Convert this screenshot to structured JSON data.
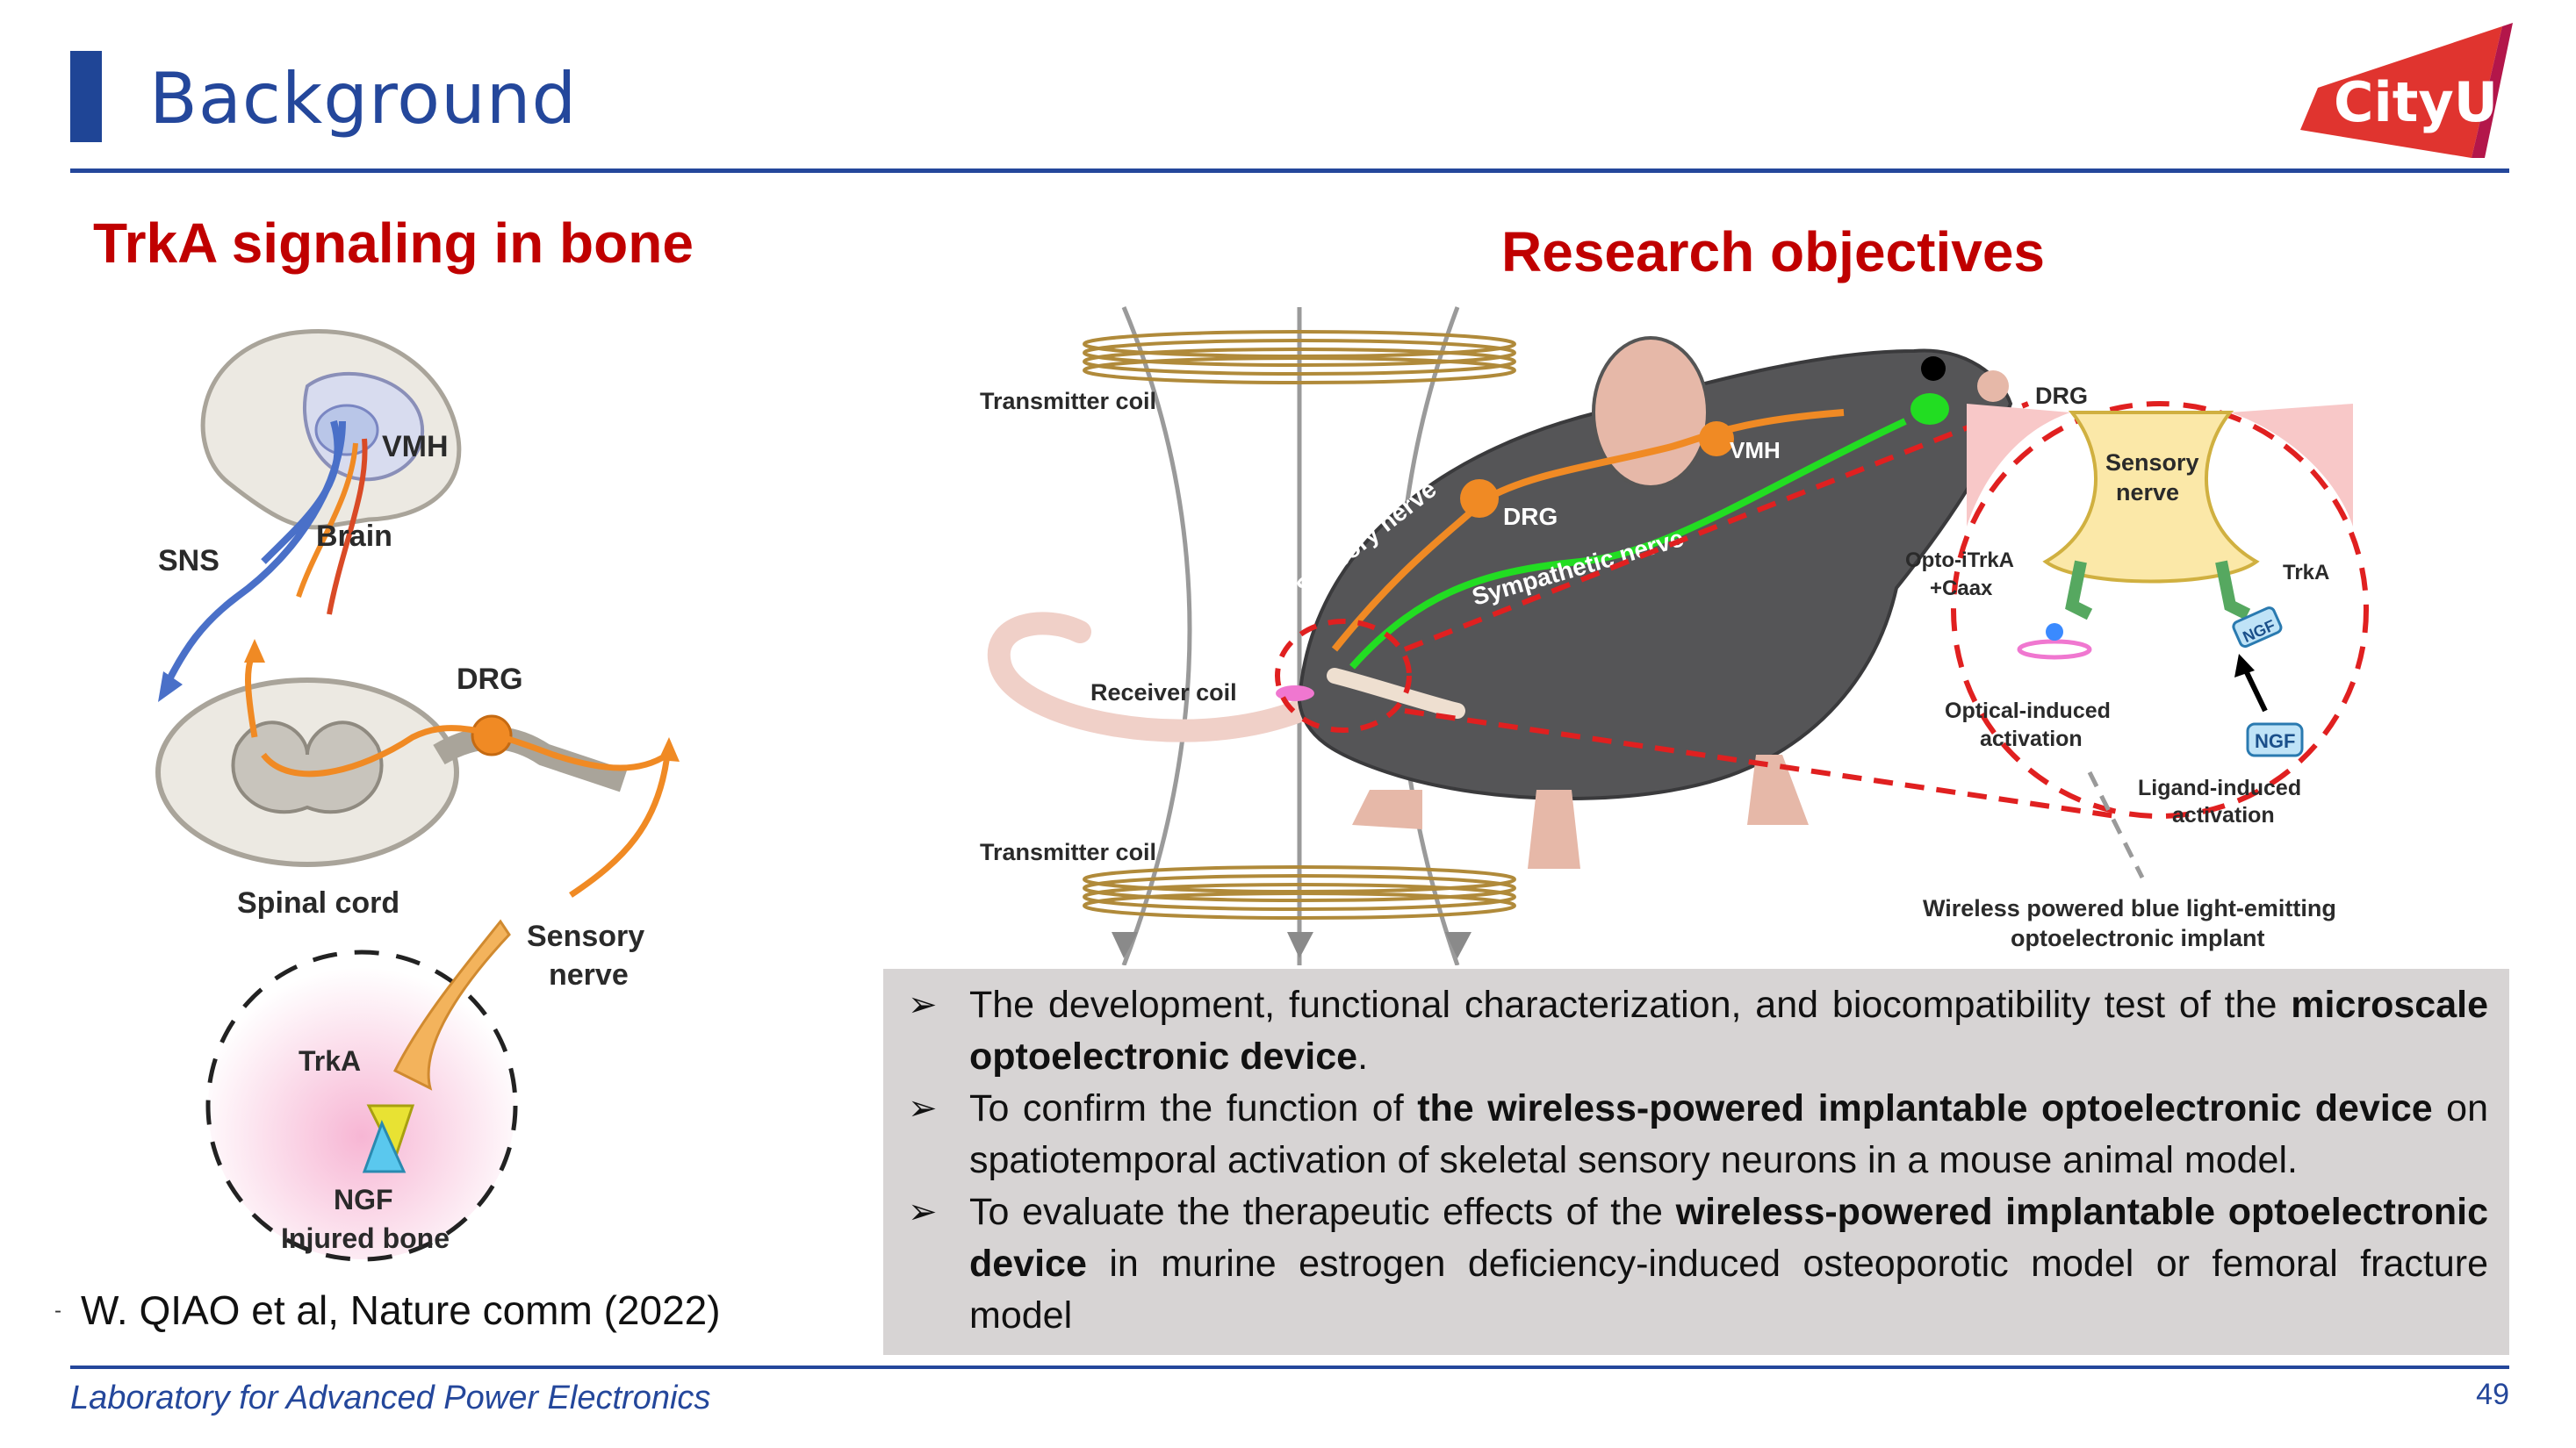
{
  "header": {
    "title": "Background"
  },
  "logo": {
    "text": "CityU",
    "color": "#e0342f",
    "accent": "#b3164a"
  },
  "left": {
    "heading": "TrkA signaling in bone",
    "labels": {
      "vmh": "VMH",
      "brain": "Brain",
      "sns": "SNS",
      "drg": "DRG",
      "spinal_cord": "Spinal cord",
      "sensory_nerve_1": "Sensory",
      "sensory_nerve_2": "nerve",
      "trka": "TrkA",
      "ngf": "NGF",
      "injured_bone": "Injured bone"
    },
    "citation": "W. QIAO et al, Nature comm (2022)",
    "citation_mark": "-"
  },
  "right": {
    "heading": "Research objectives",
    "labels": {
      "transmitter_coil_top": "Transmitter coil",
      "receiver_coil": "Receiver coil",
      "transmitter_coil_bottom": "Transmitter coil",
      "sensory_nerve": "Sensory nerve",
      "drg": "DRG",
      "vmh": "VMH",
      "sympathetic_nerve": "Sympathetic nerve",
      "inset_drg": "DRG",
      "inset_sensory_1": "Sensory",
      "inset_sensory_2": "nerve",
      "opto_1": "Opto-iTrkA",
      "opto_2": "+Caax",
      "trka": "TrkA",
      "ngf_bound": "NGF",
      "ngf_free": "NGF",
      "optical_1": "Optical-induced",
      "optical_2": "activation",
      "ligand_1": "Ligand-induced",
      "ligand_2": "activation",
      "implant_1": "Wireless powered blue light-emitting",
      "implant_2": "optoelectronic implant"
    },
    "objectives": [
      {
        "pre": "The development, functional characterization, and biocompatibility test of the ",
        "bold": "microscale optoelectronic device",
        "post": "."
      },
      {
        "pre": "To confirm the function of ",
        "bold": "the wireless-powered implantable optoelectronic device",
        "post": " on spatiotemporal activation of skeletal sensory neurons in a mouse animal model."
      },
      {
        "pre": "To evaluate the therapeutic effects of the ",
        "bold": "wireless-powered implantable optoelectronic device",
        "post": " in murine estrogen deficiency-induced osteoporotic model or femoral fracture model"
      }
    ],
    "bullet_symbol": "➢"
  },
  "footer": {
    "lab": "Laboratory for Advanced Power Electronics",
    "page": "49"
  },
  "colors": {
    "primary": "#24479b",
    "heading_red": "#c00000",
    "box_gray": "#d7d4d4",
    "nerve_orange": "#f08a24",
    "nerve_green": "#22dd22",
    "dash_red": "#e02020"
  }
}
